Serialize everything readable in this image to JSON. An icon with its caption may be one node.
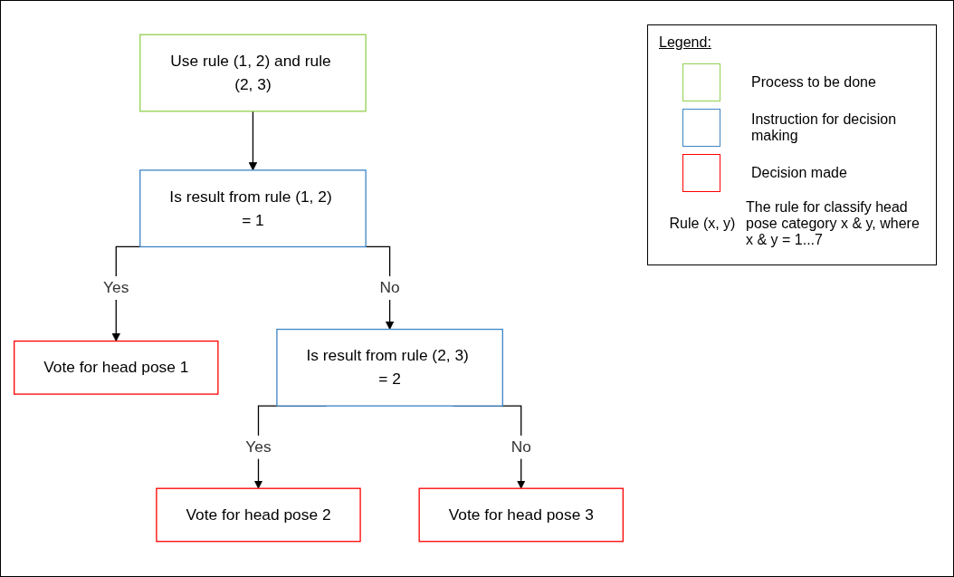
{
  "diagram": {
    "nodes": [
      {
        "text": [
          "Use rule (1, 2) and rule (2, 3)"
        ]
      },
      {
        "text": [
          "Is result from rule (1, 2) = 1"
        ]
      },
      {
        "text": [
          "Vote for head pose 1"
        ]
      },
      {
        "text": [
          "Is result from rule (2, 3) = 2"
        ]
      },
      {
        "text": [
          "Vote for head pose 2"
        ]
      },
      {
        "text": [
          "Vote for head pose 3"
        ]
      }
    ],
    "edges": [
      {
        "from": 0,
        "to": 1,
        "arrow": "to"
      },
      {
        "from": 1,
        "to": 2,
        "arrow": "to",
        "label": "Yes"
      },
      {
        "from": 1,
        "to": 3,
        "arrow": "to",
        "label": "No"
      },
      {
        "from": 3,
        "to": 4,
        "arrow": "to",
        "label": "Yes"
      },
      {
        "from": 3,
        "to": 5,
        "arrow": "to",
        "label": "No"
      }
    ],
    "labels": [
      "Legend:",
      "Rule (x, y)",
      "The rule for classify head pose category x & y, where x & y = 1...7"
    ],
    "legend": [
      {
        "text": "Process to be done",
        "color": "#92d050"
      },
      {
        "text": "Instruction for decision making",
        "color": "#3d85c6"
      },
      {
        "text": "Decision made",
        "color": "#ff0000"
      }
    ]
  }
}
